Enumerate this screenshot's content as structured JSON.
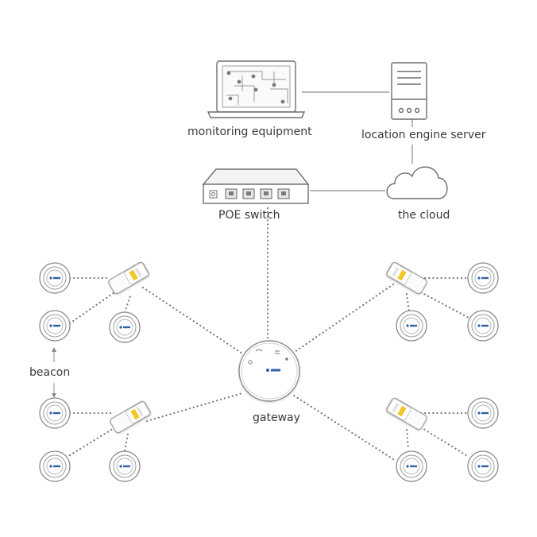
{
  "labels": {
    "monitoring": "monitoring equipment",
    "server": "location engine server",
    "poe_switch": "POE switch",
    "cloud": "the cloud",
    "gateway": "gateway",
    "beacon": "beacon"
  },
  "colors": {
    "line": "#8c8c8c",
    "outline": "#6e6e6e",
    "text": "#3a3a3a",
    "tag_yellow": "#f3c623",
    "logo_blue": "#2f5fa7"
  }
}
